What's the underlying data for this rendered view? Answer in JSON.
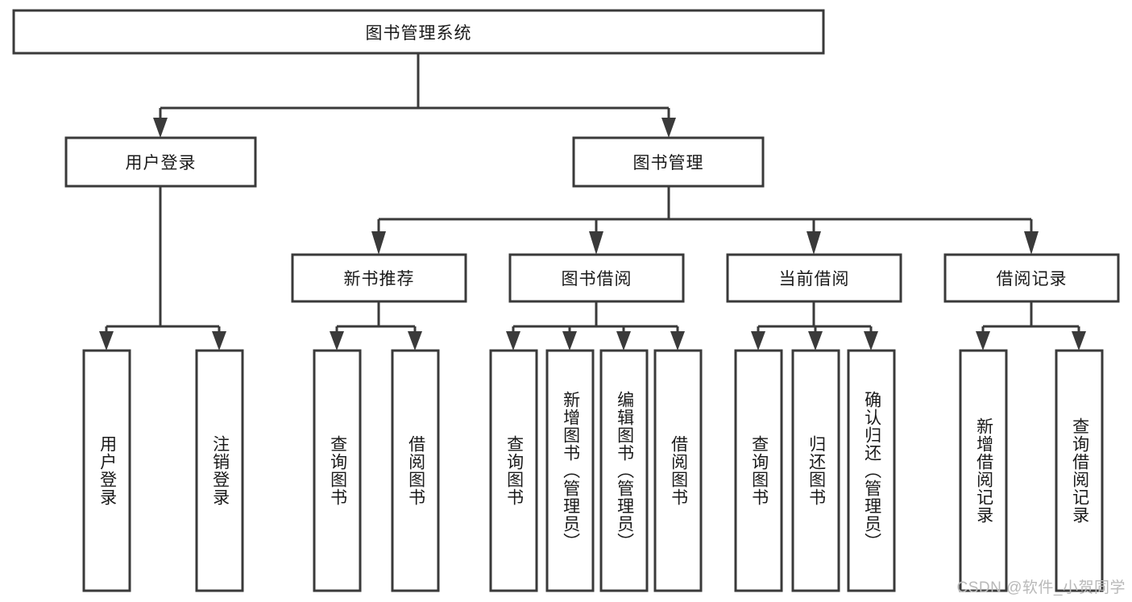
{
  "diagram": {
    "title": "图书管理系统",
    "type": "tree-hierarchy-chart",
    "orientation": "top-down",
    "colors": {
      "node_fill": "#ffffff",
      "node_stroke": "#3a3a3a",
      "connector": "#3a3a3a",
      "text": "#1a1a1a",
      "watermark": "#b9b9b9",
      "background": "#ffffff"
    },
    "root": {
      "label": "图书管理系统"
    },
    "level2": [
      {
        "label": "用户登录"
      },
      {
        "label": "图书管理"
      }
    ],
    "level3": [
      {
        "label": "新书推荐"
      },
      {
        "label": "图书借阅"
      },
      {
        "label": "当前借阅"
      },
      {
        "label": "借阅记录"
      }
    ],
    "leaves": {
      "user_login": [
        {
          "label": "用户登录"
        },
        {
          "label": "注销登录"
        }
      ],
      "new_book_recommend": [
        {
          "label": "查询图书"
        },
        {
          "label": "借阅图书"
        }
      ],
      "book_borrow": [
        {
          "label": "查询图书"
        },
        {
          "label": "新增图书（管理员）"
        },
        {
          "label": "编辑图书（管理员）"
        },
        {
          "label": "借阅图书"
        }
      ],
      "current_borrow": [
        {
          "label": "查询图书"
        },
        {
          "label": "归还图书"
        },
        {
          "label": "确认归还（管理员）"
        }
      ],
      "borrow_record": [
        {
          "label": "新增借阅记录"
        },
        {
          "label": "查询借阅记录"
        }
      ]
    }
  },
  "watermark": {
    "text": "CSDN @软件_小贺同学"
  }
}
